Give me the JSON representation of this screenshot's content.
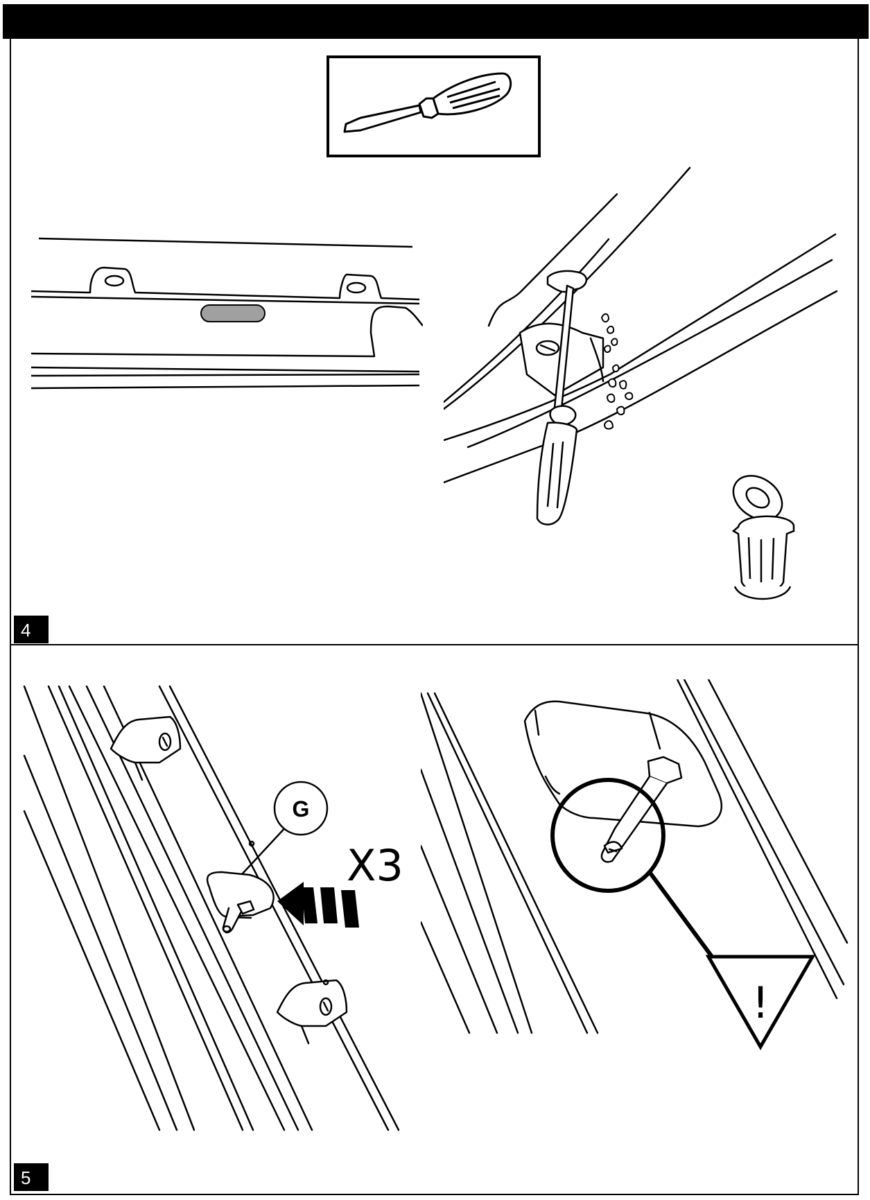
{
  "steps": {
    "step_4": {
      "number": "4",
      "tool_icon": "screwdriver-icon",
      "trash_icon": "trash-bin-icon"
    },
    "step_5": {
      "number": "5",
      "part_label": "G",
      "quantity": "X3",
      "warning_icon": "warning-triangle-icon",
      "warning_symbol": "!"
    }
  }
}
